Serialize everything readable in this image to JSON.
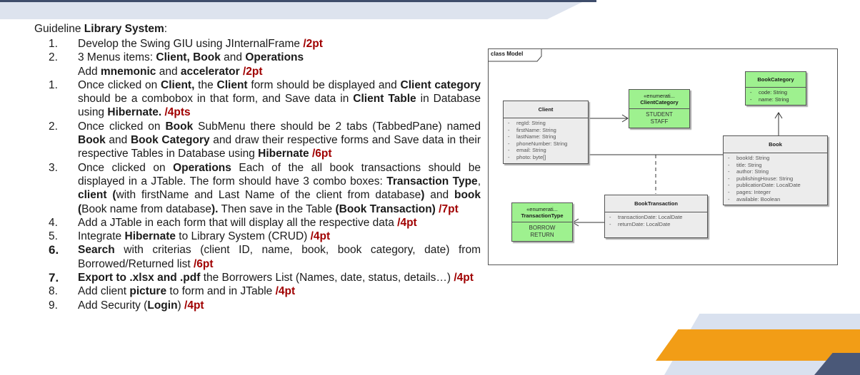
{
  "document": {
    "title_prefix": "Guideline ",
    "title_bold": "Library System",
    "title_suffix": ":",
    "items": [
      {
        "num": "1.",
        "bold_num": false,
        "parts": [
          {
            "t": "Develop the Swing GIU using JInternalFrame "
          },
          {
            "t": "/2pt",
            "pts": true
          }
        ]
      },
      {
        "num": "2.",
        "bold_num": false,
        "parts": [
          {
            "t": "3 Menus items: "
          },
          {
            "t": "Client, Book",
            "b": true
          },
          {
            "t": " and "
          },
          {
            "t": "Operations",
            "b": true
          },
          {
            "br": true
          },
          {
            "t": "Add  "
          },
          {
            "t": "mnemonic",
            "b": true
          },
          {
            "t": " and "
          },
          {
            "t": "accelerator",
            "b": true
          },
          {
            "t": " "
          },
          {
            "t": "/2pt",
            "pts": true
          }
        ]
      },
      {
        "num": "1.",
        "bold_num": false,
        "parts": [
          {
            "t": "Once clicked on "
          },
          {
            "t": "Client,",
            "b": true
          },
          {
            "t": " the "
          },
          {
            "t": "Client",
            "b": true
          },
          {
            "t": " form should be displayed and "
          },
          {
            "t": "Client category",
            "b": true
          },
          {
            "t": " should be a combobox in that form, and Save data in "
          },
          {
            "t": "Client Table",
            "b": true
          },
          {
            "t": " in Database using "
          },
          {
            "t": "Hibernate.",
            "b": true
          },
          {
            "t": " "
          },
          {
            "t": "/4pts",
            "pts": true
          }
        ]
      },
      {
        "num": "2.",
        "bold_num": false,
        "parts": [
          {
            "t": "Once clicked on "
          },
          {
            "t": "Book",
            "b": true
          },
          {
            "t": " SubMenu there should be 2 tabs (TabbedPane) named "
          },
          {
            "t": "Book",
            "b": true
          },
          {
            "t": " and "
          },
          {
            "t": "Book Category",
            "b": true
          },
          {
            "t": " and draw their respective forms and Save data in their respective Tables in Database using "
          },
          {
            "t": "Hibernate",
            "b": true
          },
          {
            "t": " "
          },
          {
            "t": "/6pt",
            "pts": true
          }
        ]
      },
      {
        "num": "3.",
        "bold_num": false,
        "parts": [
          {
            "t": "Once clicked on "
          },
          {
            "t": "Operations",
            "b": true
          },
          {
            "t": " Each of the all  book transactions should be displayed in a  JTable. The form should have 3 combo boxes: "
          },
          {
            "t": "Transaction Type",
            "b": true
          },
          {
            "t": ", "
          },
          {
            "t": "client (",
            "b": true
          },
          {
            "t": "with  firstName and Last Name of the client from database"
          },
          {
            "t": ")",
            "b": true
          },
          {
            "t": " and "
          },
          {
            "t": "book (",
            "b": true
          },
          {
            "t": "Book name from database"
          },
          {
            "t": ").",
            "b": true
          },
          {
            "t": " Then save in the Table "
          },
          {
            "t": "(Book Transaction)",
            "b": true
          },
          {
            "t": " "
          },
          {
            "t": "/7pt",
            "pts": true
          }
        ]
      },
      {
        "num": "4.",
        "bold_num": false,
        "parts": [
          {
            "t": "Add a JTable in each form that will display all the respective data "
          },
          {
            "t": "/4pt",
            "pts": true
          }
        ]
      },
      {
        "num": "5.",
        "bold_num": false,
        "parts": [
          {
            "t": "Integrate "
          },
          {
            "t": "Hibernate",
            "b": true
          },
          {
            "t": " to Library System (CRUD) "
          },
          {
            "t": "/4pt",
            "pts": true
          }
        ]
      },
      {
        "num": "6.",
        "bold_num": true,
        "parts": [
          {
            "t": "Search",
            "b": true
          },
          {
            "t": " with criterias (client ID, name, book, book category, date) from Borrowed/Returned list "
          },
          {
            "t": "/6pt",
            "pts": true
          }
        ]
      },
      {
        "num": "7.",
        "bold_num": true,
        "parts": [
          {
            "t": "Export to .xlsx and .pdf",
            "b": true
          },
          {
            "t": " the Borrowers List (Names, date, status, details…) "
          },
          {
            "t": "/4pt",
            "pts": true
          }
        ]
      },
      {
        "num": "8.",
        "bold_num": false,
        "parts": [
          {
            "t": "Add client "
          },
          {
            "t": "picture",
            "b": true
          },
          {
            "t": " to form and in JTable "
          },
          {
            "t": "/4pt",
            "pts": true
          }
        ]
      },
      {
        "num": "9.",
        "bold_num": false,
        "parts": [
          {
            "t": "Add Security ("
          },
          {
            "t": "Login",
            "b": true
          },
          {
            "t": ") "
          },
          {
            "t": "/4pt",
            "pts": true
          }
        ]
      }
    ]
  },
  "uml": {
    "tab_label": "class Model",
    "client": {
      "name": "Client",
      "attrs": [
        "regId: String",
        "firstName: String",
        "lastName: String",
        "phoneNumber: String",
        "email: String",
        "photo: byte[]"
      ]
    },
    "client_category": {
      "stereotype": "«enumerati...",
      "name": "ClientCategory",
      "values": [
        "STUDENT",
        "STAFF"
      ]
    },
    "book_category": {
      "name": "BookCategory",
      "attrs": [
        "code: String",
        "name: String"
      ]
    },
    "book": {
      "name": "Book",
      "attrs": [
        "bookId: String",
        "title: String",
        "author: String",
        "publishingHouse: String",
        "publicationDate: LocalDate",
        "pages: Integer",
        "available: Boolean"
      ]
    },
    "book_transaction": {
      "name": "BookTransaction",
      "attrs": [
        "transactionDate: LocalDate",
        "returnDate: LocalDate"
      ]
    },
    "transaction_type": {
      "stereotype": "«enumerati...",
      "name": "TransactionType",
      "values": [
        "BORROW",
        "RETURN"
      ]
    },
    "attr_prefix": "-"
  },
  "colors": {
    "enum_green": "#9ef18f",
    "points_red": "#a00000",
    "accent_orange": "#f29d16",
    "accent_navy": "#4a5878"
  }
}
